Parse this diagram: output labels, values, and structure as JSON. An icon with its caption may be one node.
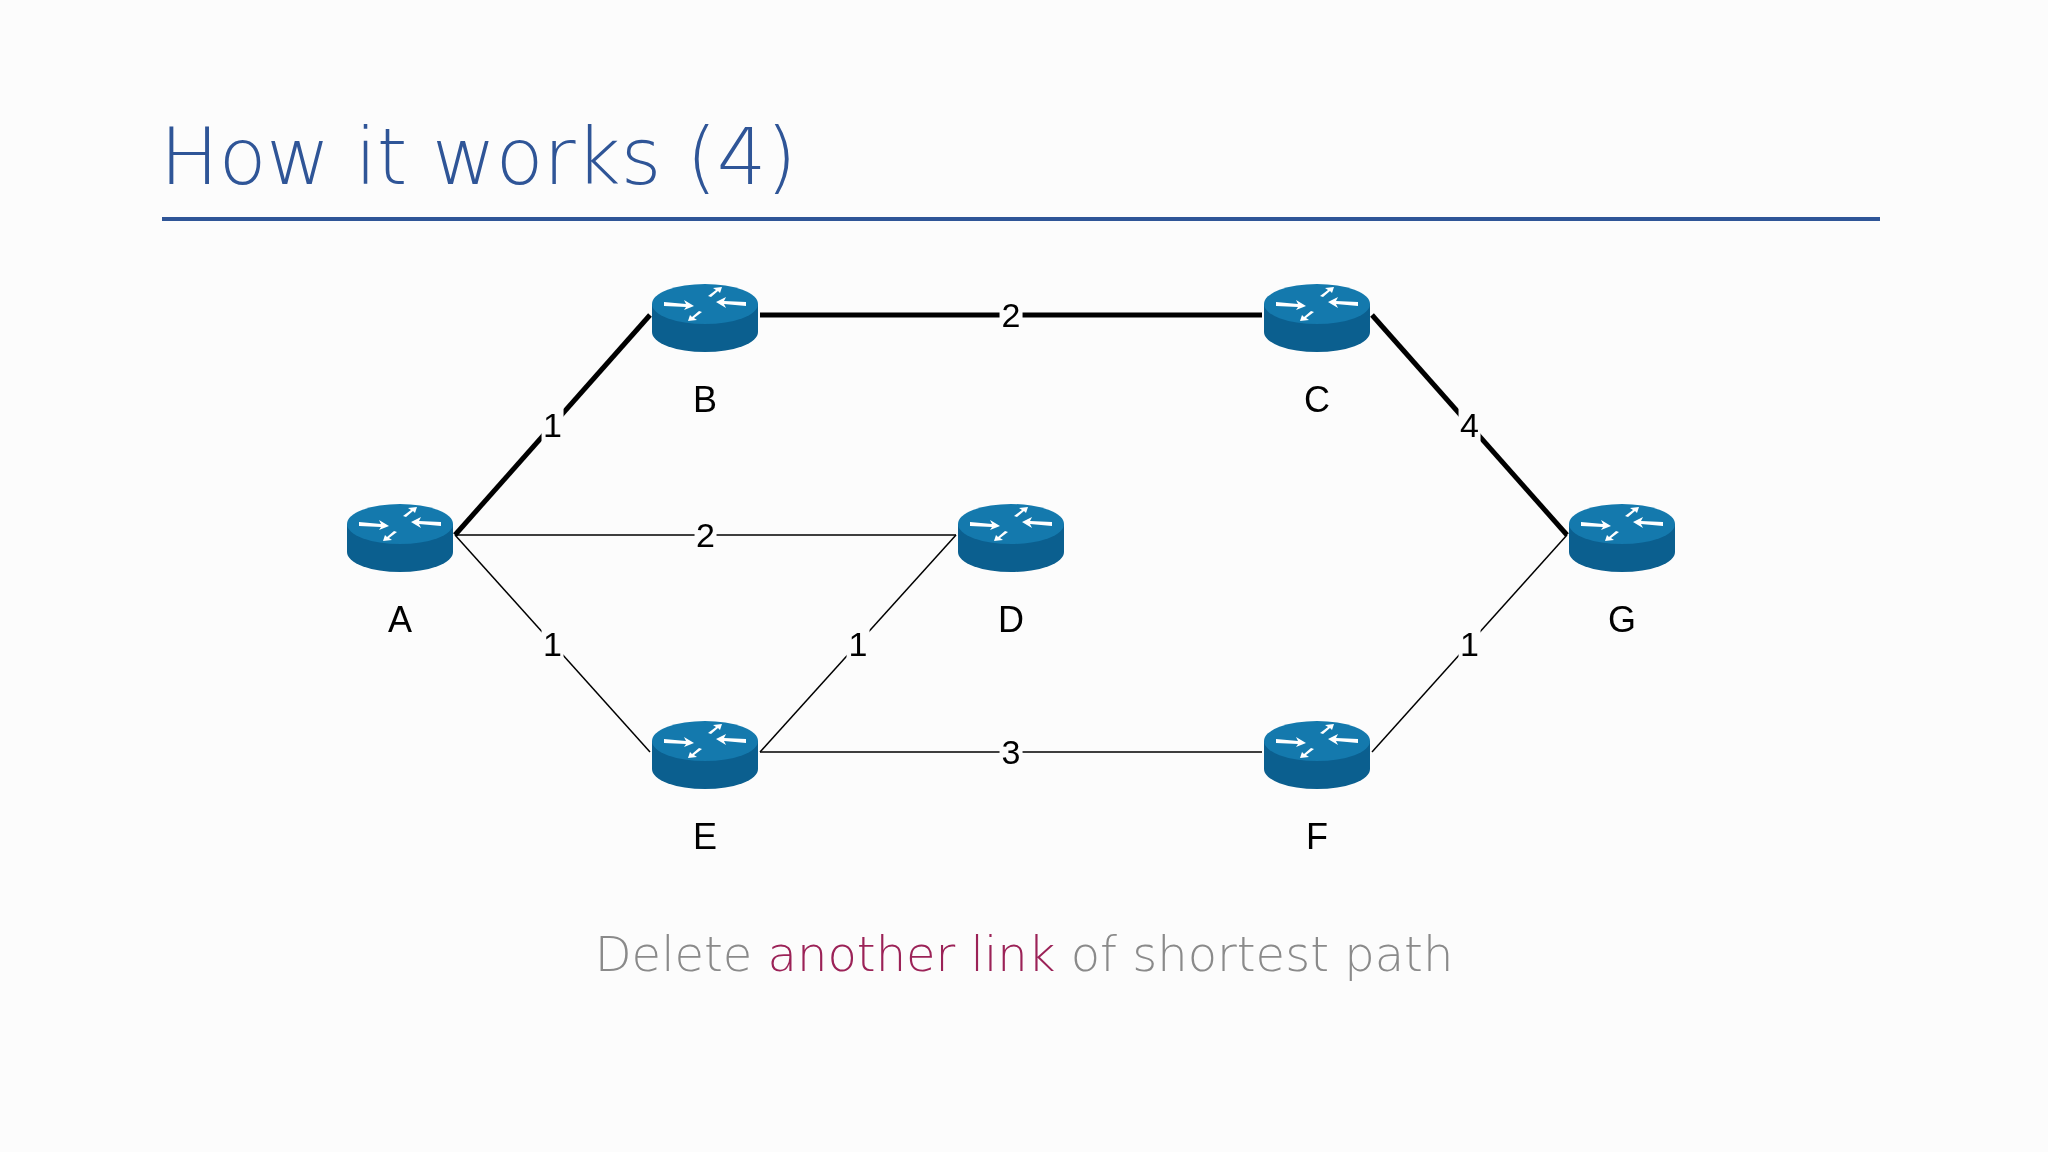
{
  "diagram": {
    "title": "How it works (4)",
    "caption": "Delete *another link* of shortest path",
    "nodes": [
      {
        "text": [
          "A"
        ]
      },
      {
        "text": [
          "B"
        ]
      },
      {
        "text": [
          "C"
        ]
      },
      {
        "text": [
          "D"
        ]
      },
      {
        "text": [
          "E"
        ]
      },
      {
        "text": [
          "F"
        ]
      },
      {
        "text": [
          "G"
        ]
      }
    ],
    "edges": [
      {
        "from": 0,
        "to": 1,
        "arrow": "none",
        "label": "1",
        "style": "thick"
      },
      {
        "from": 1,
        "to": 2,
        "arrow": "none",
        "label": "2",
        "style": "thick"
      },
      {
        "from": 2,
        "to": 6,
        "arrow": "none",
        "label": "4",
        "style": "thick"
      },
      {
        "from": 0,
        "to": 3,
        "arrow": "none",
        "label": "2"
      },
      {
        "from": 0,
        "to": 4,
        "arrow": "none",
        "label": "1"
      },
      {
        "from": 4,
        "to": 3,
        "arrow": "none",
        "label": "1"
      },
      {
        "from": 4,
        "to": 5,
        "arrow": "none",
        "label": "3"
      },
      {
        "from": 5,
        "to": 6,
        "arrow": "none",
        "label": "1"
      }
    ]
  }
}
